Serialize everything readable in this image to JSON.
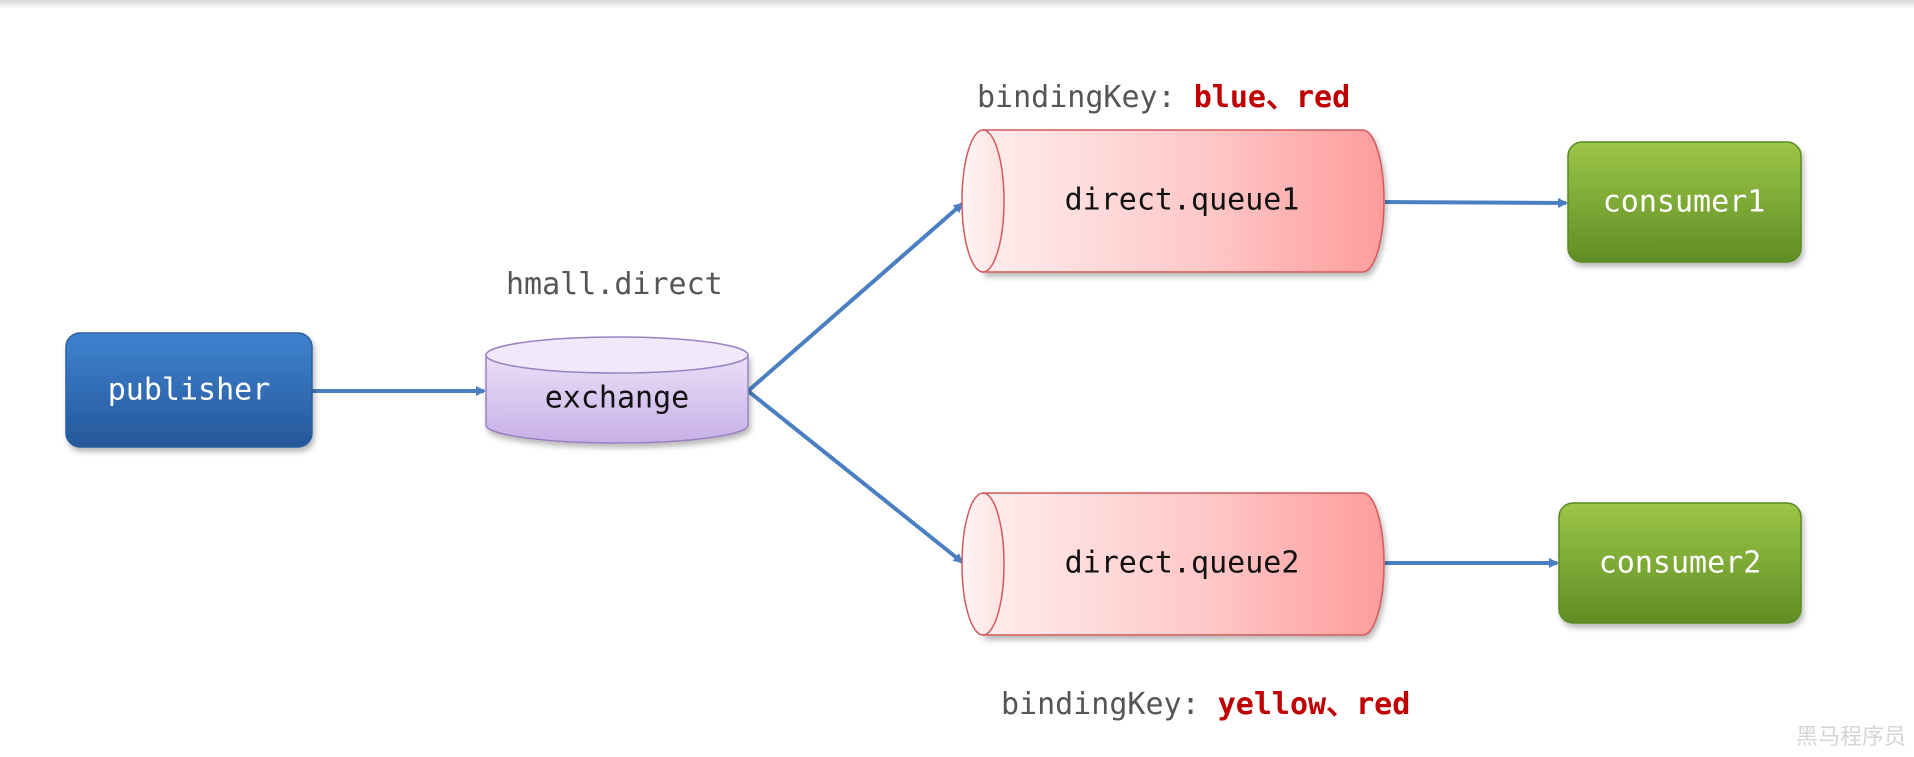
{
  "nodes": {
    "publisher": "publisher",
    "exchange": "exchange",
    "queue1": "direct.queue1",
    "queue2": "direct.queue2",
    "consumer1": "consumer1",
    "consumer2": "consumer2"
  },
  "labels": {
    "exchange_name": "hmall.direct",
    "binding1_prefix": "bindingKey: ",
    "binding1_keys": "blue、red",
    "binding2_prefix": "bindingKey: ",
    "binding2_keys": "yellow、red"
  },
  "watermark": "黑马程序员",
  "colors": {
    "publisher": "#2f6db5",
    "exchange": "#cdb9e8",
    "queue": "#ffa8a8",
    "consumer": "#78a832",
    "arrow": "#4a7fc1",
    "binding_keys": "#c00000",
    "label_text": "#555555"
  }
}
